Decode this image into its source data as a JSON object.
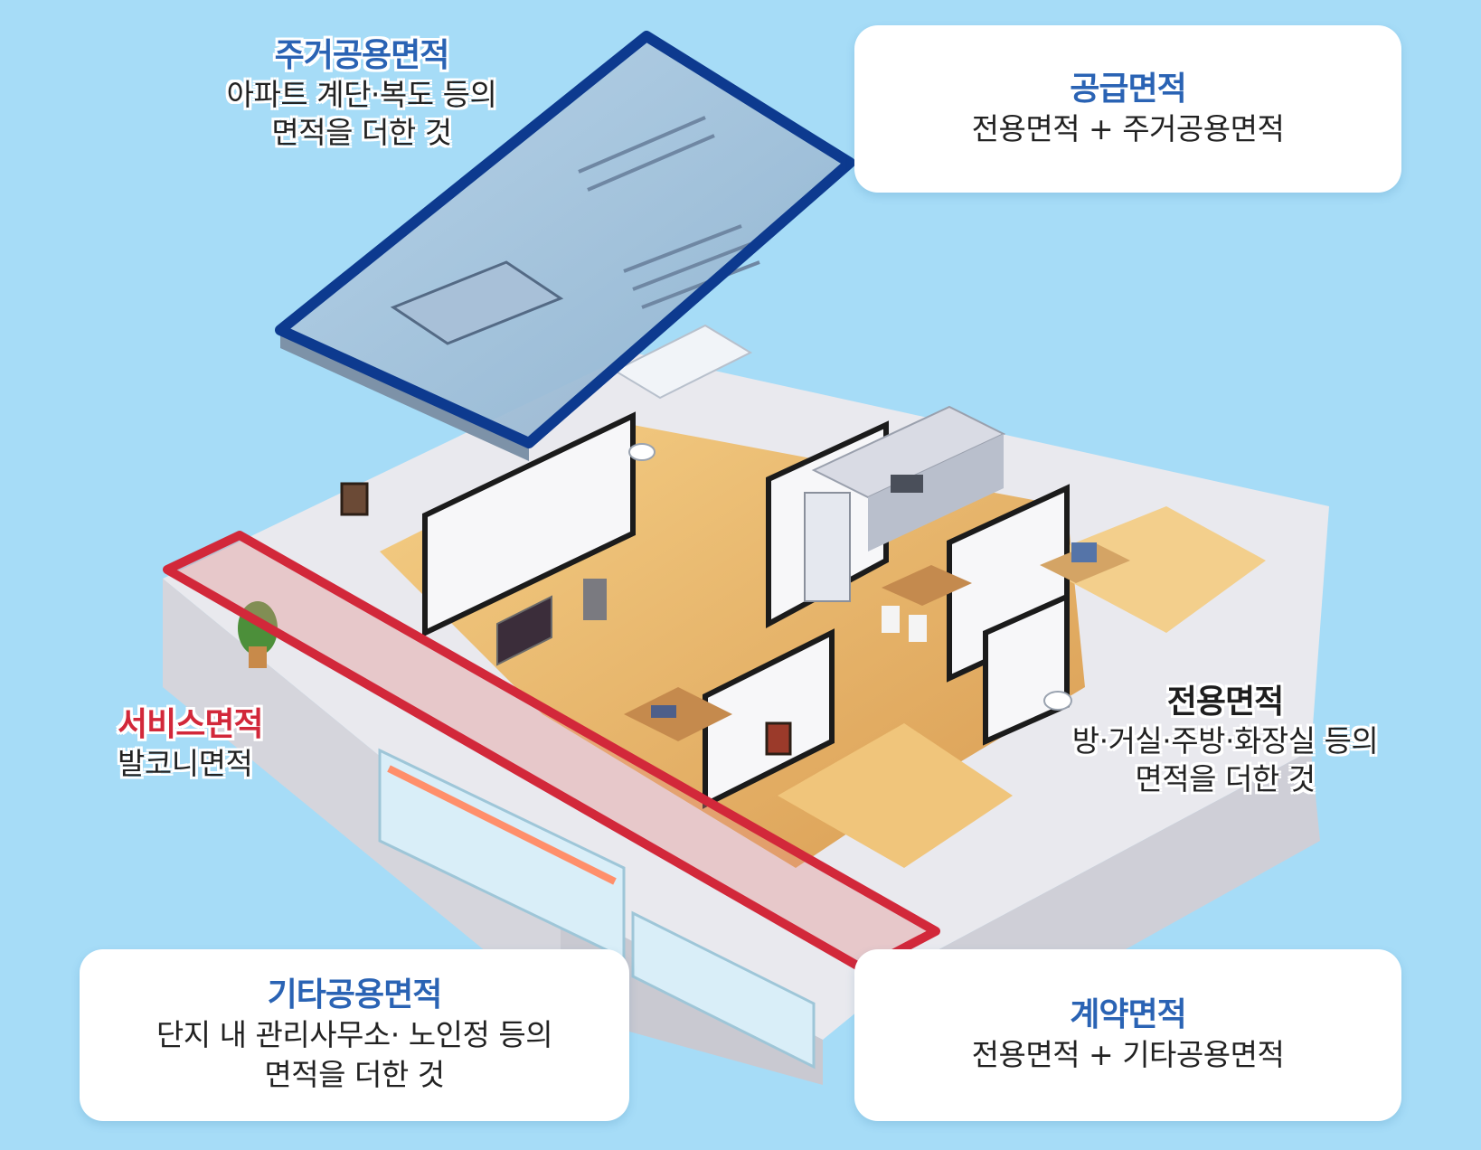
{
  "colors": {
    "background": "#a6dcf7",
    "title_blue": "#2a63b4",
    "service_red": "#d2283a",
    "common_outline": "#0d3a8f",
    "balcony_outline": "#d2283a",
    "floor_wood": "#e7b66f",
    "wall": "#f2f2f4"
  },
  "residential_common": {
    "title": "주거공용면적",
    "line1": "아파트 계단·복도 등의",
    "line2": "면적을 더한 것"
  },
  "supply": {
    "title": "공급면적",
    "line1": "전용면적 + 주거공용면적"
  },
  "service": {
    "title": "서비스면적",
    "line1": "발코니면적"
  },
  "exclusive": {
    "title": "전용면적",
    "line1": "방·거실·주방·화장실 등의",
    "line2": "면적을 더한 것"
  },
  "other_common": {
    "title": "기타공용면적",
    "line1": "단지 내 관리사무소· 노인정 등의",
    "line2": "면적을 더한 것"
  },
  "contract": {
    "title": "계약면적",
    "line1": "전용면적 + 기타공용면적"
  },
  "icons": [
    "potted-plant-icon",
    "television-icon",
    "speaker-icon",
    "refrigerator-icon",
    "stove-icon",
    "computer-desk-icon",
    "toilet-icon",
    "staircase-icon",
    "picture-frame-icon"
  ]
}
